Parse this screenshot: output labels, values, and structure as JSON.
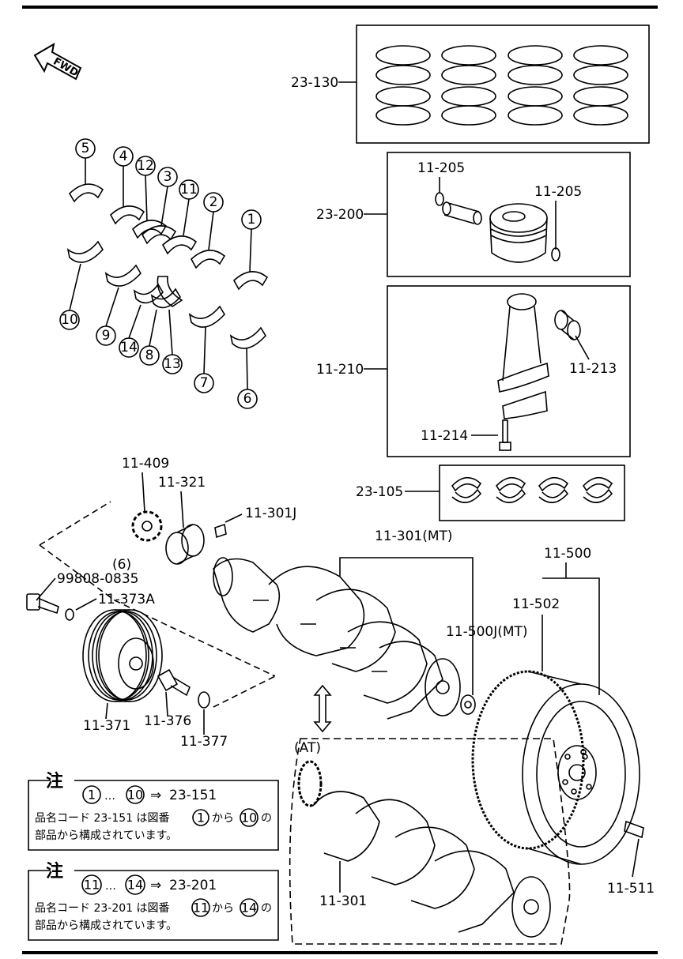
{
  "fwd_label": "FWD",
  "callouts": [
    "5",
    "4",
    "12",
    "3",
    "11",
    "2",
    "1",
    "10",
    "9",
    "14",
    "8",
    "13",
    "7",
    "6"
  ],
  "labels": {
    "piston_rings": "23-130",
    "piston_assy": "23-200",
    "piston_pin_clip_1": "11-205",
    "piston_pin_clip_2": "11-205",
    "conrod": "11-210",
    "conrod_bushing": "11-213",
    "conrod_bolt": "11-214",
    "conrod_bearings": "23-105",
    "crank_sprocket": "11-409",
    "crank_gear": "11-321",
    "key": "11-301J",
    "crank_mt": "11-301(MT)",
    "flywheel_assy": "11-500",
    "pulley_bolt": "99808-0835",
    "pulley_bolt_qty": "(6)",
    "washer": "11-373A",
    "flywheel": "11-502",
    "pilot_bearing": "11-500J(MT)",
    "pulley": "11-371",
    "pulley_center_bolt": "11-376",
    "pulley_washer": "11-377",
    "at_label": "(AT)",
    "crank_at": "11-301",
    "flywheel_bolt": "11-511"
  },
  "notes": [
    {
      "title": "注",
      "range_from": "1",
      "range_to": "10",
      "dots": "…",
      "arrow": "⇒",
      "code": "23-151",
      "line2_prefix": "品名コード 23-151 は図番",
      "line2_kara": "から",
      "line2_suffix": "の",
      "line3": "部品から構成されています。"
    },
    {
      "title": "注",
      "range_from": "11",
      "range_to": "14",
      "dots": "…",
      "arrow": "⇒",
      "code": "23-201",
      "line2_prefix": "品名コード 23-201 は図番",
      "line2_kara": "から",
      "line2_suffix": "の",
      "line3": "部品から構成されています。"
    }
  ]
}
